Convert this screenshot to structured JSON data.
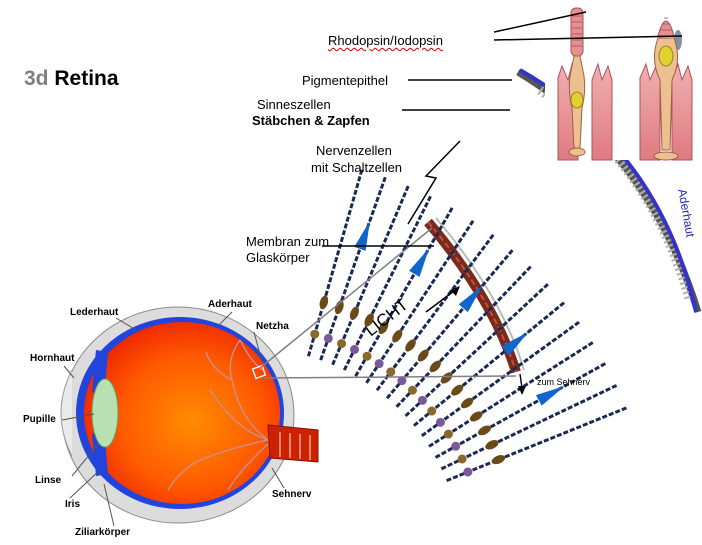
{
  "title": {
    "number": "3d",
    "word": "Retina"
  },
  "retina_labels": {
    "rhodopsin": "Rhodopsin/Iodopsin",
    "pigment": "Pigmentepithel",
    "sensory_1": "Sinneszellen",
    "sensory_2": "Stäbchen & Zapfen",
    "nerve_1": "Nervenzellen",
    "nerve_2": "mit Schaltzellen",
    "membrane_1": "Membran zum",
    "membrane_2": "Glaskörper",
    "light": "LICHT",
    "optic_nerve": "zum Sehnerv",
    "choroid": "Aderhaut"
  },
  "eye_labels": {
    "sclera": "Lederhaut",
    "choroid": "Aderhaut",
    "retina": "Netzha",
    "cornea": "Hornhaut",
    "pupil": "Pupille",
    "lens": "Linse",
    "iris": "Iris",
    "ciliary": "Ziliarkörper",
    "optic_nerve": "Sehnerv"
  },
  "colors": {
    "choroid_band": "#3333cc",
    "eye_orange": "#ff5500",
    "lens": "#b8e0b0",
    "cone_red": "#dd1111",
    "cone_blue": "#1166cc",
    "cone_green": "#118833",
    "rod_navy": "#1a2a55",
    "retina_tissue": "#e8a0a0"
  }
}
